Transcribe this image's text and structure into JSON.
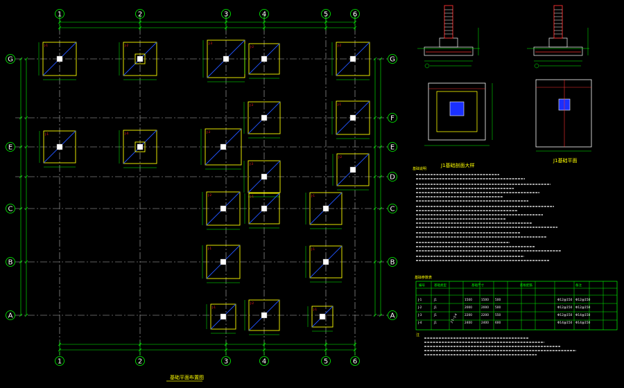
{
  "drawing": {
    "plan_title": "基础平面布置图",
    "section_title": "J1基础剖面大样",
    "plan_detail_title": "J1基础平面",
    "notes_heading": "基础说明",
    "table_title": "基础参数表",
    "notes_label": "注"
  },
  "axes": {
    "vertical": [
      "1",
      "2",
      "3",
      "4",
      "5",
      "6"
    ],
    "horizontal": [
      "G",
      "F",
      "E",
      "D",
      "C",
      "B",
      "A"
    ]
  },
  "footing_labels": [
    "J-1",
    "J-2",
    "J-3",
    "J-4"
  ],
  "table": {
    "headers": [
      "编号",
      "基础类型",
      "基础尺寸",
      "底板配筋",
      "备注"
    ],
    "rows": [
      [
        "J-1",
        "J1",
        "1500",
        "1500",
        "500",
        "Φ12@150",
        "Φ12@150"
      ],
      [
        "J-2",
        "J1",
        "2000",
        "2000",
        "500",
        "Φ12@150",
        "Φ12@150"
      ],
      [
        "J-3",
        "J1",
        "2200",
        "2200",
        "550",
        "Φ12@150",
        "Φ14@150"
      ],
      [
        "J-4",
        "J1",
        "2400",
        "2400",
        "600",
        "Φ14@150",
        "Φ14@150"
      ]
    ],
    "rotated_label": "J-1~J-4"
  },
  "colors": {
    "grid": "#00ff00",
    "axis_line": "#bbbbbb",
    "footing": "#ffff00",
    "column": "#ffffff",
    "diag": "#2255ff",
    "label": "#ff2020"
  }
}
